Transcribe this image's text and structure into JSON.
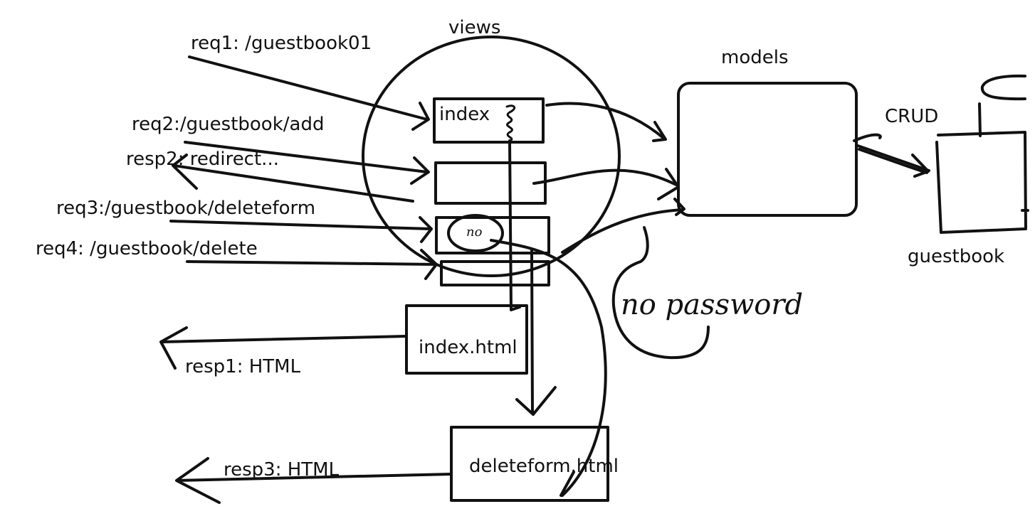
{
  "labels": {
    "views": "views",
    "models": "models",
    "crud": "CRUD",
    "guestbook": "guestbook",
    "index": "index",
    "index_html": "index.html",
    "deleteform_html": "deleteform.html",
    "req1": "req1: /guestbook01",
    "req2": "req2:/guestbook/add",
    "resp2": "resp2: redirect...",
    "req3": "req3:/guestbook/deleteform",
    "req4": "req4: /guestbook/delete",
    "resp1": "resp1: HTML",
    "resp3": "resp3: HTML",
    "no_password": "no password",
    "no_circle": "no"
  },
  "colors": {
    "ink": "#111111",
    "background": "#ffffff"
  }
}
